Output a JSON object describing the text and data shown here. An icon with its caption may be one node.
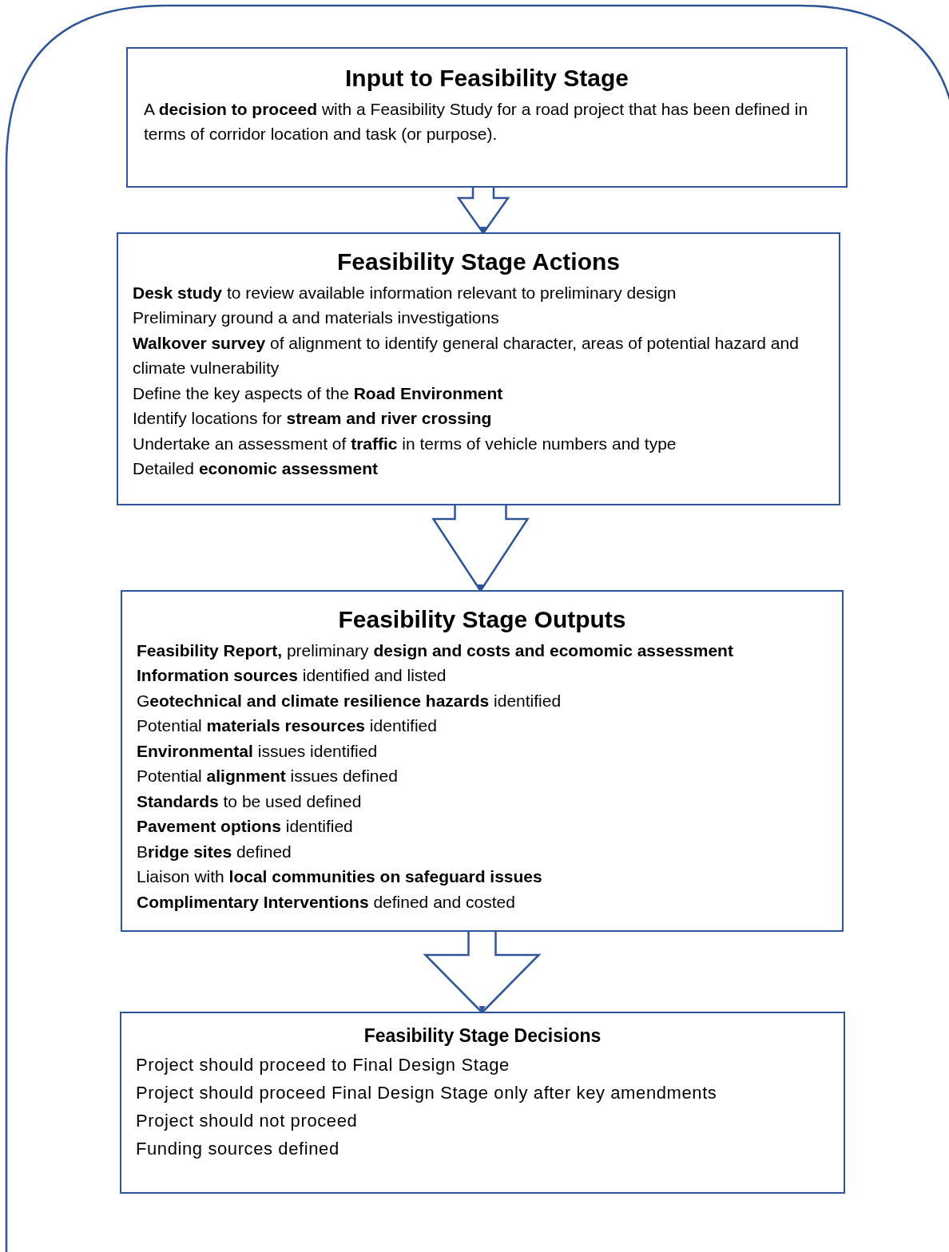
{
  "diagram": {
    "nodes": [
      {
        "text": [
          "Input to Feasibility Stage",
          "A **decision to proceed** with a Feasibility Study for a road project that has been defined in terms of corridor location and task (or purpose)."
        ]
      },
      {
        "text": [
          "Feasibility Stage  Actions",
          "**Desk study** to review available information relevant to preliminary design",
          "Preliminary ground a and materials investigations",
          "**Walkover survey** of alignment to identify general character, areas of potential hazard  and climate vulnerability",
          "Define the key aspects of the **Road Environment**",
          "Identify locations for **stream and river crossing**",
          "Undertake an assessment of **traffic** in terms of vehicle numbers and type",
          "Detailed **economic assessment**"
        ]
      },
      {
        "text": [
          "Feasibility Stage Outputs",
          "**Feasibility Report,**  preliminary **design and costs and ecomomic assessment**",
          "**Information sources** identified and listed",
          "G**eotechnical and climate resilience hazards** identified",
          "Potential **materials resources** identified",
          "**Environmental** issues identified",
          "Potential **alignment** issues defined",
          "**Standards** to be used defined",
          "**Pavement options** identified",
          "B**ridge sites** defined",
          "Liaison with **local communities on safeguard issues**",
          "**Complimentary Interventions** defined and costed"
        ]
      },
      {
        "text": [
          "Feasibility Stage Decisions",
          "Project should  proceed  to Final Design Stage",
          "Project should  proceed  Final Design Stage only after key amendments",
          "Project should  not proceed",
          "Funding sources  defined"
        ]
      }
    ],
    "edges": [
      {
        "from": 0,
        "to": 1,
        "arrow": "to"
      },
      {
        "from": 1,
        "to": 2,
        "arrow": "to"
      },
      {
        "from": 2,
        "to": 3,
        "arrow": "to"
      }
    ]
  }
}
